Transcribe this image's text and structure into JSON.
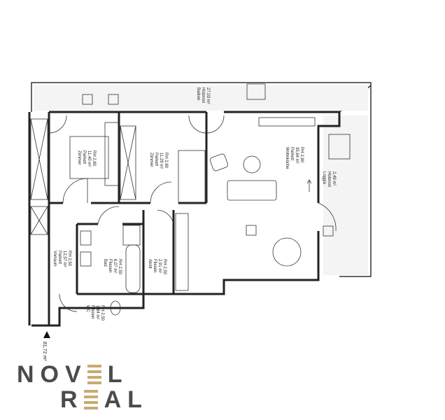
{
  "rooms": {
    "zimmer1": {
      "name": "Zimmer",
      "floor": "Parkett",
      "area": "11,40 m²",
      "height": "RH 2,80"
    },
    "zimmer2": {
      "name": "Zimmer",
      "floor": "Parkett",
      "area": "11,29 m²",
      "height": "RH 2,80"
    },
    "balkon": {
      "name": "Balkon",
      "floor": "Holzrost",
      "area": "27,03 m²"
    },
    "wohnkueche": {
      "name": "Wohnküche",
      "floor": "Parkett",
      "area": "35,64 m²",
      "height": "RH 2,80"
    },
    "loggia": {
      "name": "Loggia",
      "floor": "Holzrost",
      "area": "2,49 m²"
    },
    "vorraum": {
      "name": "Vorraum",
      "floor": "Parkett",
      "area": "12,57 m²",
      "height": "RH 2,50"
    },
    "bad": {
      "name": "Bad",
      "floor": "Fliesen",
      "area": "6,07 m²",
      "height": "RH 2,50"
    },
    "abstr": {
      "name": "Abstr",
      "floor": "Fliesen",
      "area": "2,91 m²",
      "height": "RH 2,50"
    },
    "wc": {
      "name": "WC",
      "floor": "Fliesen",
      "area": "1,84 m²",
      "height": "RH 2,50"
    }
  },
  "total_area": "81,72 m²",
  "logo": {
    "line1": "NOVEL",
    "line2": "REAL",
    "text_color": "#4b4b4b",
    "accent_color": "#c8ab72"
  }
}
